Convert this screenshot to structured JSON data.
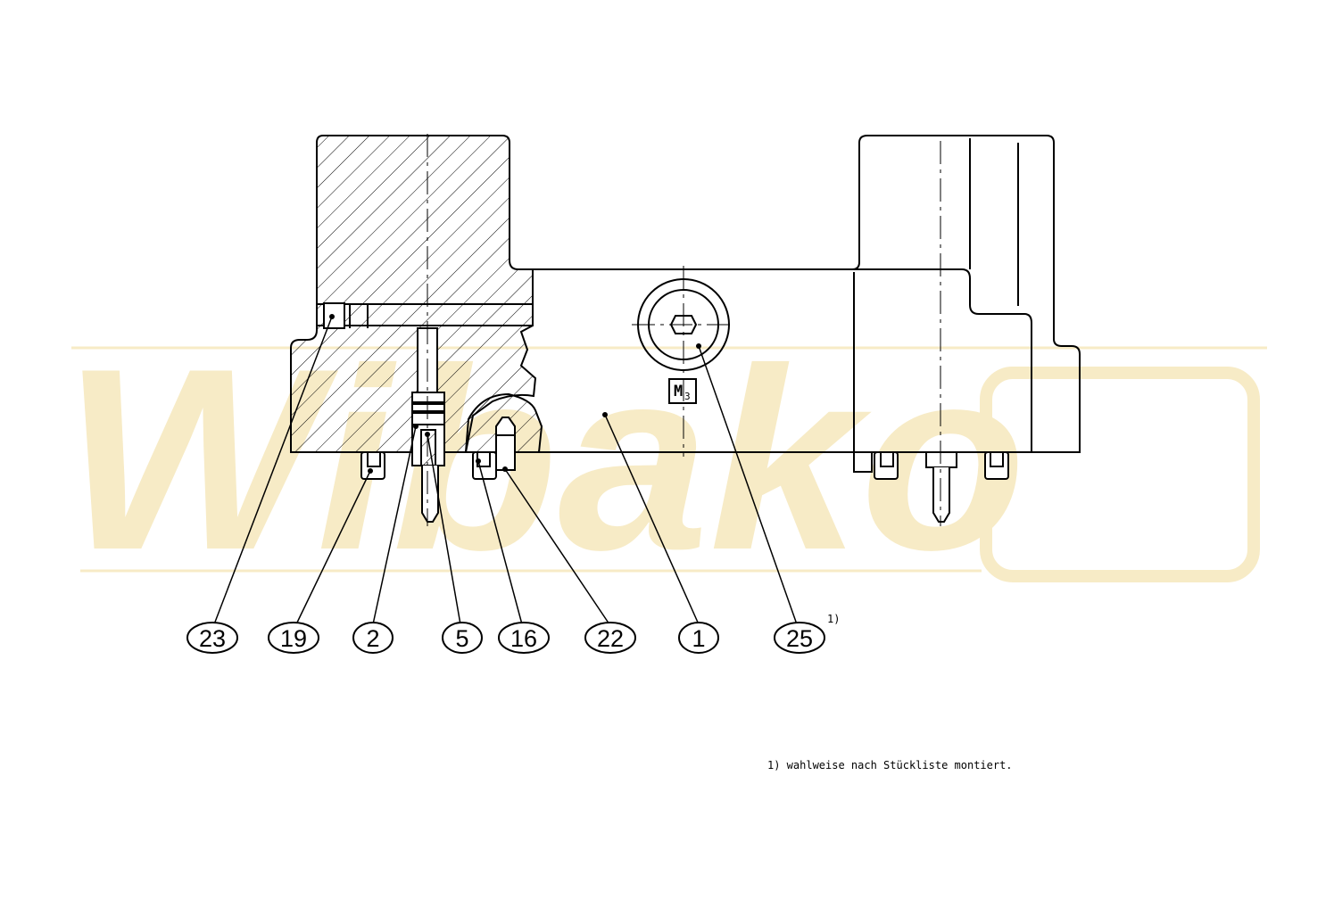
{
  "watermark": {
    "text": "Wibako",
    "color": "#f7ebc6"
  },
  "callouts": [
    {
      "label": "23"
    },
    {
      "label": "19"
    },
    {
      "label": "2"
    },
    {
      "label": "5"
    },
    {
      "label": "16"
    },
    {
      "label": "22"
    },
    {
      "label": "1"
    },
    {
      "label": "25"
    }
  ],
  "callout_25_superscript": "1)",
  "thread_label": {
    "main": "M",
    "sub": "3"
  },
  "footnote": "1) wahlweise nach Stückliste montiert."
}
